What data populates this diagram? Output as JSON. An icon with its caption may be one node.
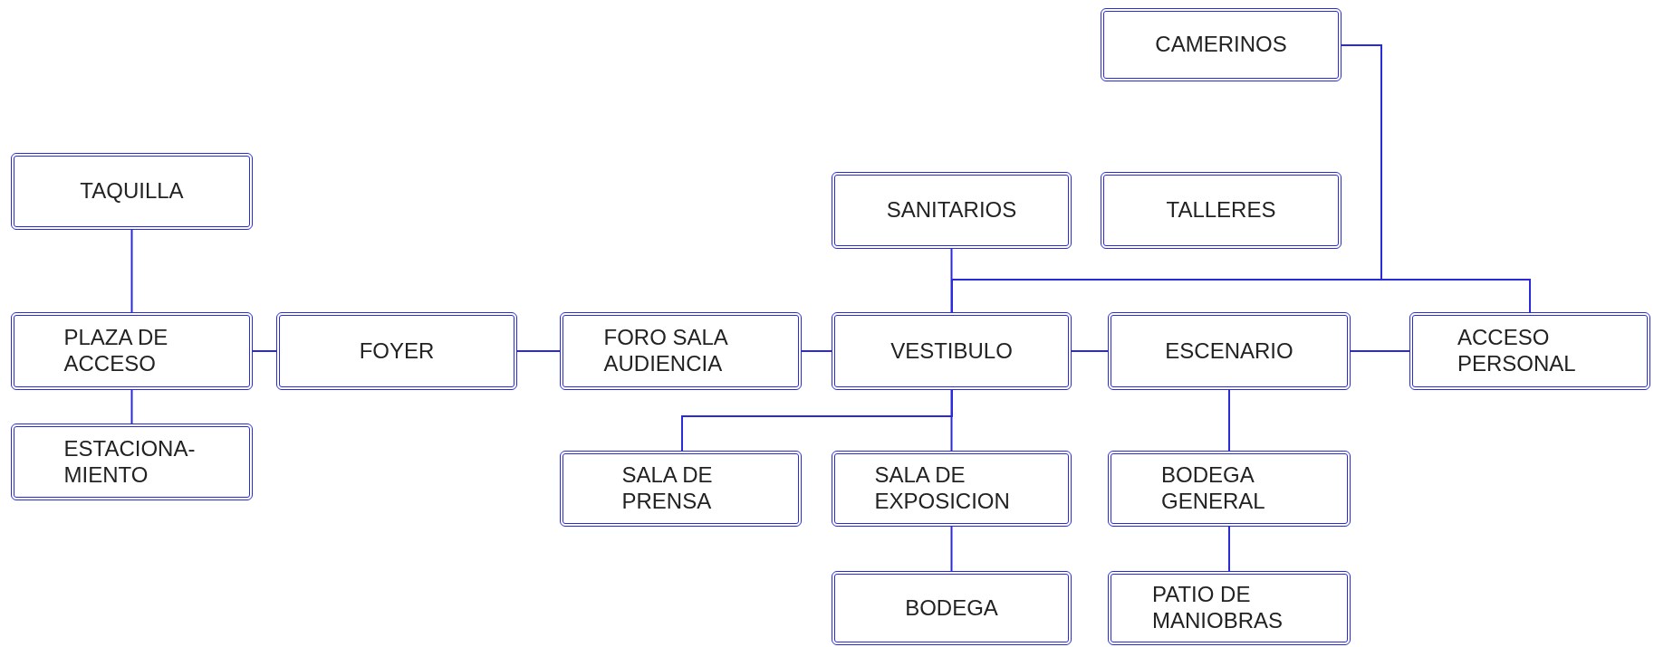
{
  "diagram": {
    "nodes": [
      {
        "text": [
          "CAMERINOS"
        ]
      },
      {
        "text": [
          "TAQUILLA"
        ]
      },
      {
        "text": [
          "SANITARIOS"
        ]
      },
      {
        "text": [
          "TALLERES"
        ]
      },
      {
        "text": [
          "PLAZA DE ACCESO"
        ]
      },
      {
        "text": [
          "FOYER"
        ]
      },
      {
        "text": [
          "FORO SALA AUDIENCIA"
        ]
      },
      {
        "text": [
          "VESTIBULO"
        ]
      },
      {
        "text": [
          "ESCENARIO"
        ]
      },
      {
        "text": [
          "ACCESO PERSONAL"
        ]
      },
      {
        "text": [
          "ESTACIONA- MIENTO"
        ]
      },
      {
        "text": [
          "SALA DE PRENSA"
        ]
      },
      {
        "text": [
          "SALA DE EXPOSICION"
        ]
      },
      {
        "text": [
          "BODEGA GENERAL"
        ]
      },
      {
        "text": [
          "BODEGA"
        ]
      },
      {
        "text": [
          "PATIO DE MANIOBRAS"
        ]
      }
    ],
    "edges": [
      {
        "from": 1,
        "to": 4,
        "arrow": "none"
      },
      {
        "from": 4,
        "to": 10,
        "arrow": "none"
      },
      {
        "from": 4,
        "to": 5,
        "arrow": "none"
      },
      {
        "from": 5,
        "to": 6,
        "arrow": "none"
      },
      {
        "from": 6,
        "to": 7,
        "arrow": "none"
      },
      {
        "from": 7,
        "to": 8,
        "arrow": "none"
      },
      {
        "from": 8,
        "to": 9,
        "arrow": "none"
      },
      {
        "from": 2,
        "to": 7,
        "arrow": "none"
      },
      {
        "from": 7,
        "to": 9,
        "arrow": "none"
      },
      {
        "from": 7,
        "to": 0,
        "arrow": "none"
      },
      {
        "from": 7,
        "to": 11,
        "arrow": "none"
      },
      {
        "from": 7,
        "to": 12,
        "arrow": "none"
      },
      {
        "from": 12,
        "to": 14,
        "arrow": "none"
      },
      {
        "from": 8,
        "to": 13,
        "arrow": "none"
      },
      {
        "from": 13,
        "to": 15,
        "arrow": "none"
      }
    ]
  }
}
